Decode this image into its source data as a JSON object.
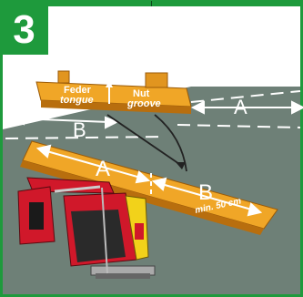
{
  "step_number": "3",
  "labels": {
    "feder": "Feder",
    "tongue": "tongue",
    "nut": "Nut",
    "groove": "groove",
    "a_upper": "A",
    "b_upper": "B",
    "a_lower": "A",
    "b_lower": "B",
    "min_distance": "min. 50 cm"
  },
  "colors": {
    "accent_green": "#1e9a3c",
    "floor_gray": "#6e8077",
    "plank_orange": "#e1951f",
    "saw_red": "#d0182a",
    "saw_yellow": "#f2d21a"
  }
}
